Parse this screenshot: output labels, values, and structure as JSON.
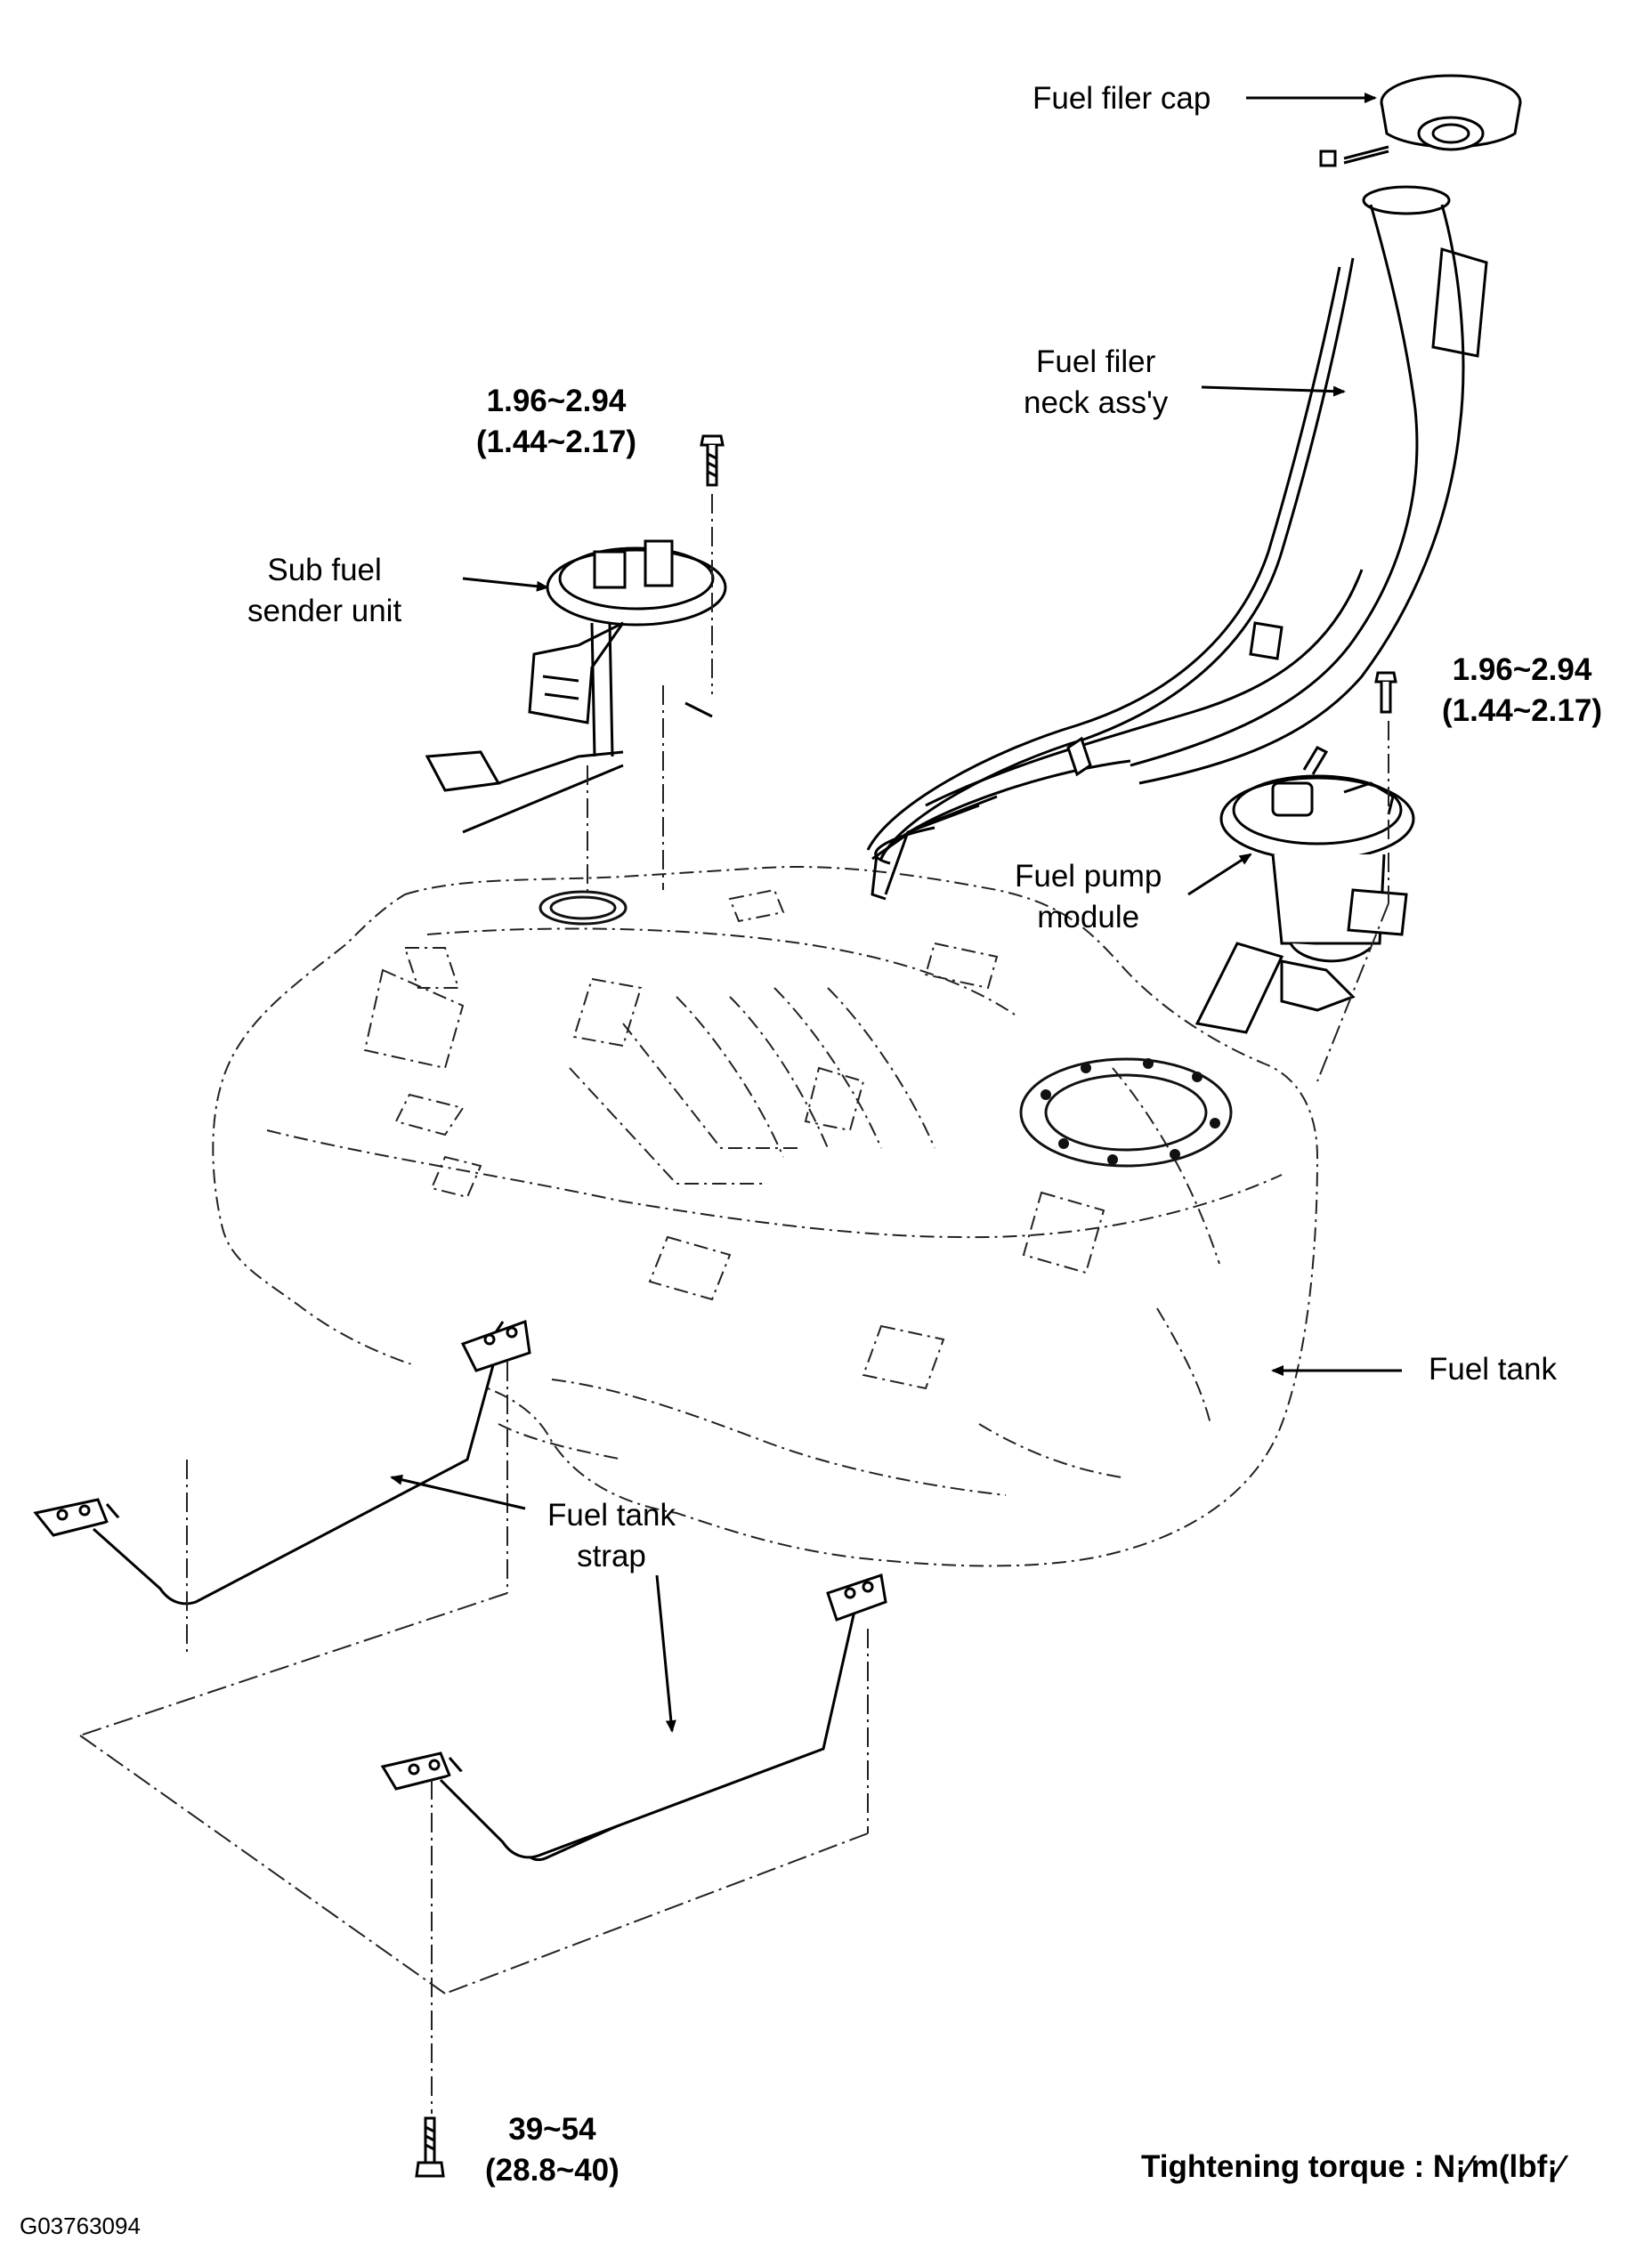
{
  "labels": {
    "fuel_filler_cap": "Fuel filer cap",
    "fuel_filler_neck_line1": "Fuel filer",
    "fuel_filler_neck_line2": "neck ass'y",
    "sub_fuel_sender_line1": "Sub fuel",
    "sub_fuel_sender_line2": "sender unit",
    "fuel_pump_module_line1": "Fuel pump",
    "fuel_pump_module_line2": "module",
    "fuel_tank": "Fuel tank",
    "fuel_tank_strap_line1": "Fuel tank",
    "fuel_tank_strap_line2": "strap"
  },
  "torques": {
    "sub_sender_bolt_nm": "1.96~2.94",
    "sub_sender_bolt_lbf": "(1.44~2.17)",
    "pump_module_bolt_nm": "1.96~2.94",
    "pump_module_bolt_lbf": "(1.44~2.17)",
    "strap_bolt_nm": "39~54",
    "strap_bolt_lbf": "(28.8~40)"
  },
  "footer": {
    "torque_unit_note": "Tightening torque : N¡∕m(lbf¡∕",
    "figure_code": "G03763094"
  }
}
